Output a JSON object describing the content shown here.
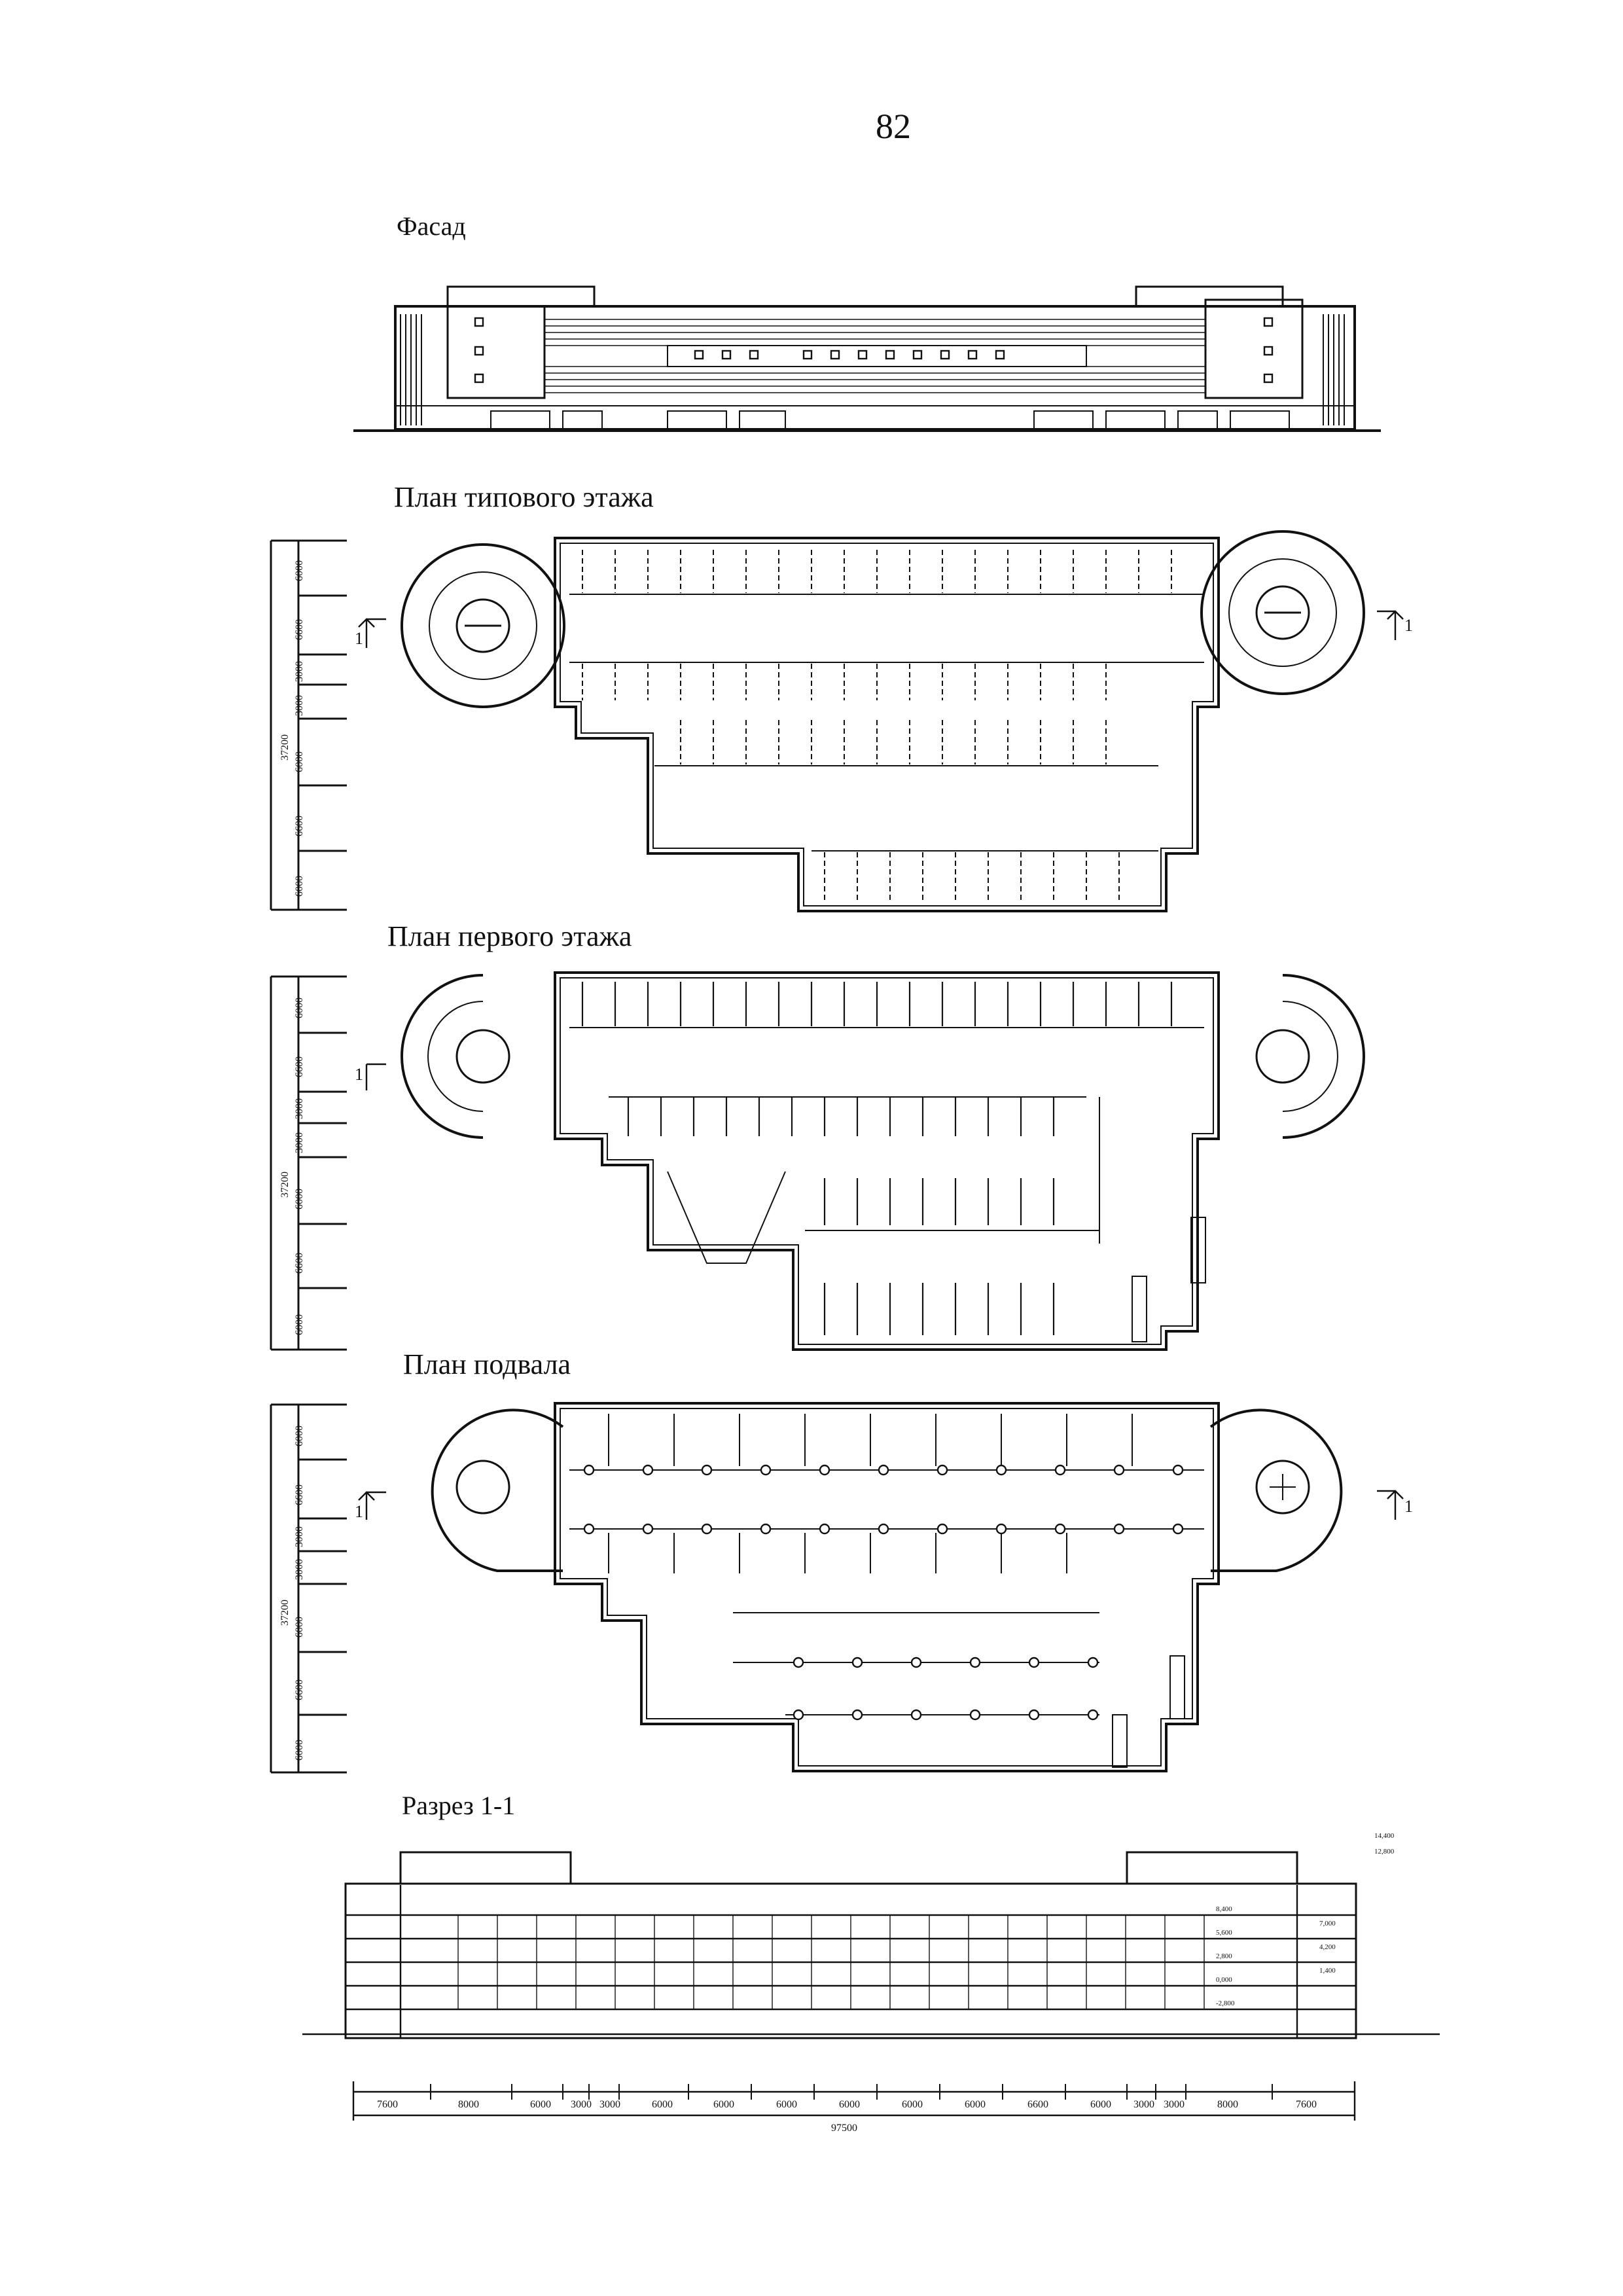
{
  "page_number": "82",
  "headings": {
    "facade": "Фасад",
    "typical_floor": "План типового этажа",
    "first_floor": "План первого этажа",
    "basement": "План подвала",
    "section": "Разрез 1-1"
  },
  "section_cut_label": "1",
  "plan_dimensions": {
    "total": "37200",
    "segments": [
      "6000",
      "6600",
      "3000",
      "3000",
      "6000",
      "6600",
      "6000"
    ]
  },
  "section_dimensions": {
    "segments": [
      "7600",
      "8000",
      "6000",
      "3000",
      "3000",
      "6000",
      "6000",
      "6000",
      "6000",
      "6000",
      "6000",
      "6600",
      "6000",
      "3000",
      "3000",
      "8000",
      "7600"
    ],
    "total": "97500"
  },
  "section_levels": {
    "top": [
      "14,400",
      "12,800"
    ],
    "inner": [
      "8,400",
      "5,600",
      "2,800",
      "0,000",
      "-2,800"
    ],
    "right": [
      "7,000",
      "4,200",
      "1,400"
    ]
  }
}
